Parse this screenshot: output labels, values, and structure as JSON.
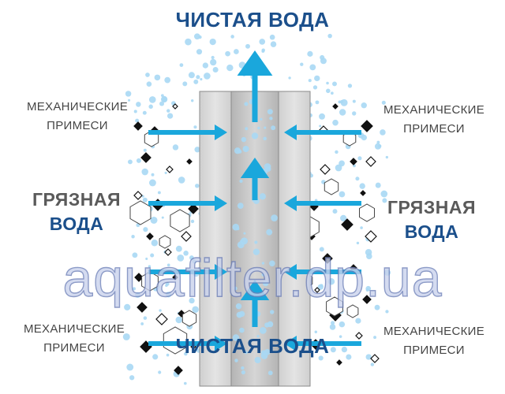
{
  "top_label": "ЧИСТАЯ ВОДА",
  "bottom_label": "ЧИСТАЯ ВОДА",
  "mechanical": {
    "top_left": [
      "МЕХАНИЧЕСКИЕ",
      "ПРИМЕСИ"
    ],
    "top_right": [
      "МЕХАНИЧЕСКИЕ",
      "ПРИМЕСИ"
    ],
    "bottom_left": [
      "МЕХАНИЧЕСКИЕ",
      "ПРИМЕСИ"
    ],
    "bottom_right": [
      "МЕХАНИЧЕСКИЕ",
      "ПРИМЕСИ"
    ]
  },
  "dirty_water": {
    "left": [
      "ГРЯЗНАЯ",
      "ВОДА"
    ],
    "right": [
      "ГРЯЗНАЯ",
      "ВОДА"
    ]
  },
  "watermark": "aquafilter.dp.ua",
  "colors": {
    "title_blue": "#1b4f8b",
    "label_gray": "#454545",
    "accent_blue": "#1aa7dc",
    "filter_gray": "#d8d8d8",
    "core_gray": "#bdbdbd",
    "particle_dark": "#111111",
    "bubble_blue": "#a8d8f4"
  },
  "icons": [
    "inflow-arrow",
    "outflow-arrow",
    "particle-diamond",
    "particle-hexagon",
    "water-bubble"
  ]
}
